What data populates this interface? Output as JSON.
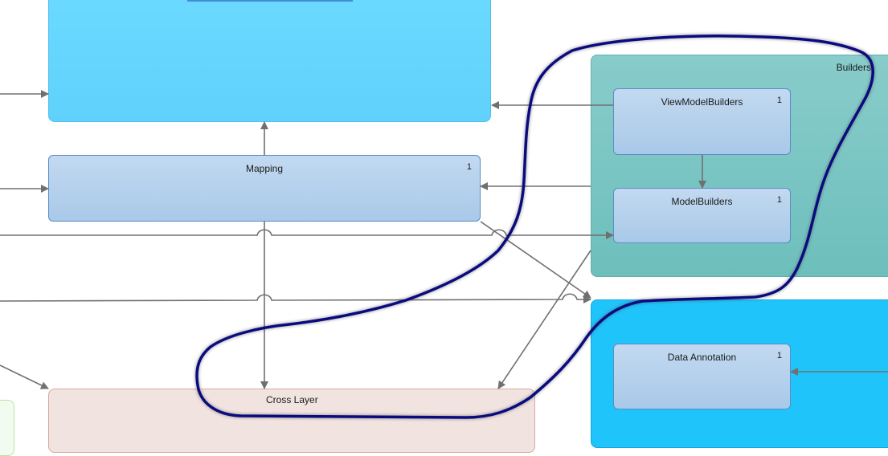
{
  "layers": {
    "builders": {
      "label": "Builders"
    },
    "cross_layer": {
      "label": "Cross Layer"
    }
  },
  "nodes": {
    "mapping": {
      "label": "Mapping",
      "count": "1"
    },
    "view_model_builders": {
      "label": "ViewModelBuilders",
      "count": "1"
    },
    "model_builders": {
      "label": "ModelBuilders",
      "count": "1"
    },
    "data_annotation": {
      "label": "Data Annotation",
      "count": "1"
    }
  },
  "colors": {
    "top_layer": "#66d6ff",
    "builders_layer": "#7cc6c2",
    "right_layer": "#1fc4fb",
    "cross_layer": "#f1e4e0",
    "node_fill": "#b8d3ee",
    "arrow": "#707070",
    "highlight_outline": "#0b0b80"
  }
}
